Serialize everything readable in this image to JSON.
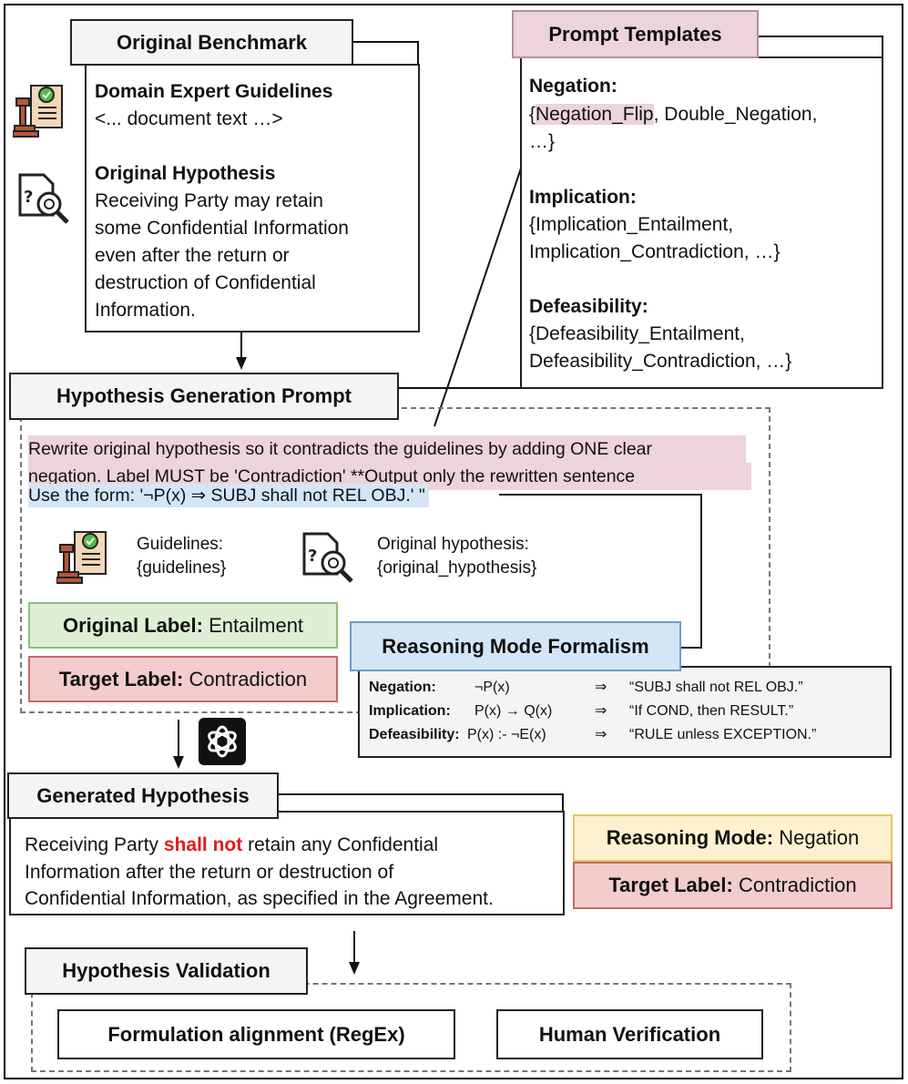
{
  "original_benchmark": {
    "title": "Original Benchmark",
    "guidelines_heading": "Domain Expert Guidelines",
    "guidelines_text": "<... document text …>",
    "hypothesis_heading": "Original Hypothesis",
    "hypothesis_lines": [
      "Receiving Party may retain",
      "some Confidential Information",
      "even after the return or",
      "destruction of Confidential",
      "Information."
    ]
  },
  "prompt_templates": {
    "title": "Prompt Templates",
    "negation_heading": "Negation:",
    "negation_open": "{",
    "negation_highlight": "Negation_Flip",
    "negation_rest": ", Double_Negation,",
    "negation_line2": "…}",
    "implication_heading": "Implication:",
    "implication_lines": [
      "{Implication_Entailment,",
      "Implication_Contradiction, …}"
    ],
    "defeasibility_heading": "Defeasibility:",
    "defeasibility_lines": [
      "{Defeasibility_Entailment,",
      "Defeasibility_Contradiction, …}"
    ]
  },
  "generation_prompt": {
    "title": "Hypothesis Generation Prompt",
    "instruction_lines": [
      "Rewrite original hypothesis so it contradicts the guidelines by adding ONE clear",
      "negation. Label MUST be 'Contradiction' **Output only the rewritten sentence"
    ],
    "form_line": "Use the form: '¬P(x) ⇒ SUBJ shall not REL OBJ.' \"",
    "guidelines_label": "Guidelines:",
    "guidelines_var": "{guidelines}",
    "orig_hyp_label": "Original hypothesis:",
    "orig_hyp_var": "{original_hypothesis}",
    "original_label_key": "Original Label:",
    "original_label_val": " Entailment",
    "target_label_key": "Target Label:",
    "target_label_val": " Contradiction"
  },
  "formalism": {
    "title": "Reasoning Mode Formalism",
    "rows": [
      {
        "mode": "Negation:",
        "logic": "¬P(x)",
        "arrow": "⇒",
        "template": "“SUBJ shall not REL OBJ.”"
      },
      {
        "mode": "Implication:",
        "logic": "P(x) → Q(x)",
        "arrow": "⇒",
        "template": "“If COND, then RESULT.”"
      },
      {
        "mode": "Defeasibility:",
        "logic": "P(x) :- ¬E(x)",
        "arrow": "⇒",
        "template": "“RULE unless EXCEPTION.”"
      }
    ]
  },
  "generated": {
    "title": "Generated Hypothesis",
    "line1_pre": "Receiving Party ",
    "line1_emph": "shall not",
    "line1_post": " retain any Confidential",
    "lines_rest": [
      "Information after the return or destruction of",
      "Confidential Information, as specified in the Agreement."
    ],
    "reasoning_mode_key": "Reasoning Mode:",
    "reasoning_mode_val": " Negation",
    "target_label_key": "Target Label:",
    "target_label_val": " Contradiction"
  },
  "validation": {
    "title": "Hypothesis Validation",
    "regex_label": "Formulation alignment (RegEx)",
    "human_label": "Human Verification"
  },
  "icons": {
    "guidelines": "gavel-document-icon",
    "hypothesis": "document-search-icon",
    "llm": "openai-logo-icon"
  },
  "colors": {
    "pink": "#ecd3dc",
    "blue": "#d4e6f5",
    "green_fill": "#deefd6",
    "green_border": "#8cc17a",
    "red_fill": "#f3cccc",
    "red_border": "#c46a6a",
    "yellow_fill": "#fdf1cf",
    "yellow_border": "#e7c65b",
    "emph_red": "#e21b1b"
  }
}
